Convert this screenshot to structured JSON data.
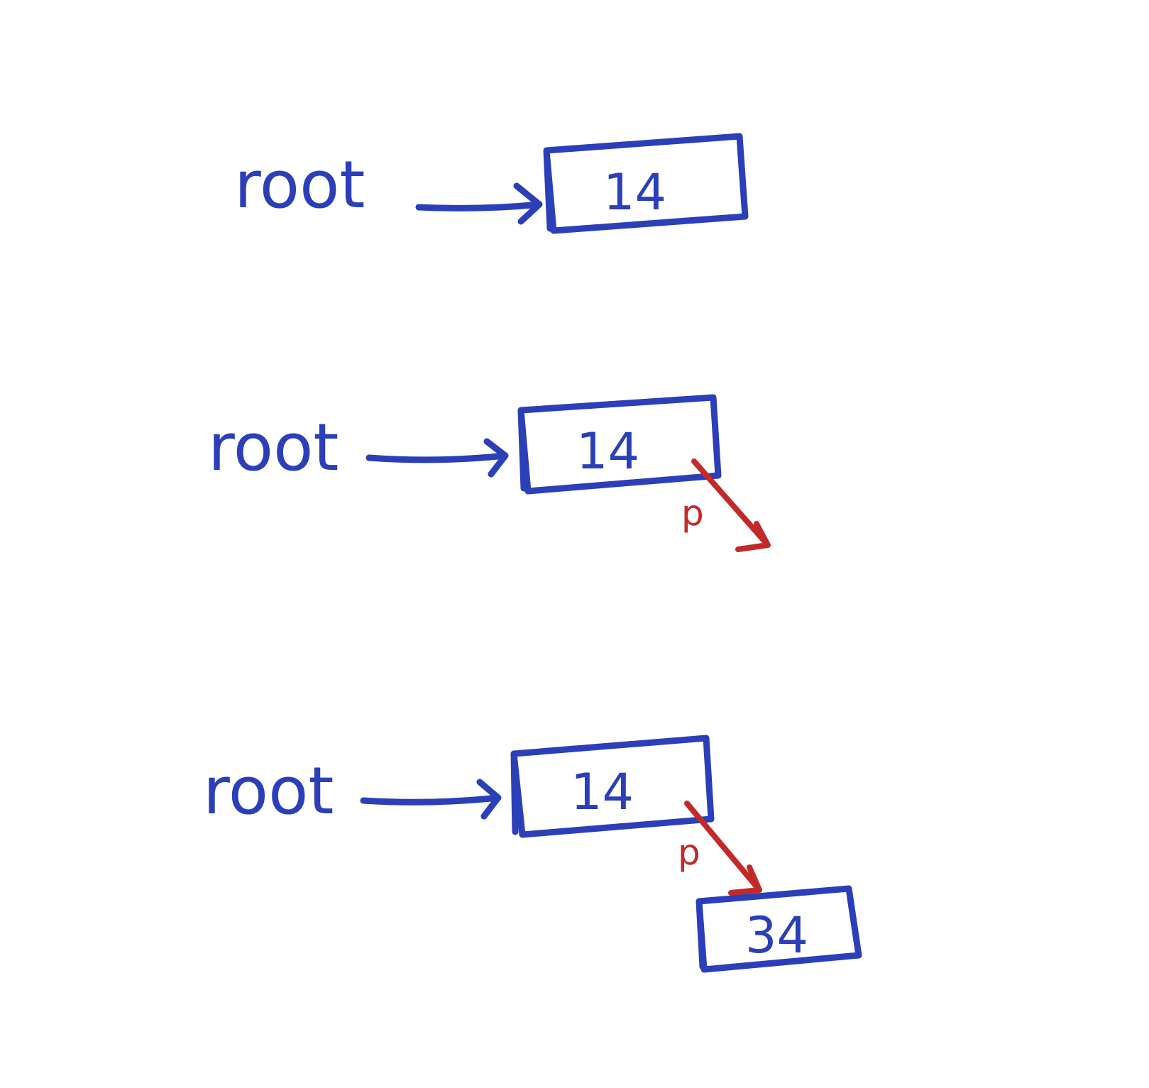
{
  "colors": {
    "ink": "#2a3fb8",
    "pointer": "#c22a2a",
    "background": "#ffffff"
  },
  "steps": [
    {
      "root_label": "root",
      "node_value": "14"
    },
    {
      "root_label": "root",
      "node_value": "14",
      "pointer_label": "p"
    },
    {
      "root_label": "root",
      "node_value": "14",
      "pointer_label": "p",
      "child_value": "34"
    }
  ]
}
